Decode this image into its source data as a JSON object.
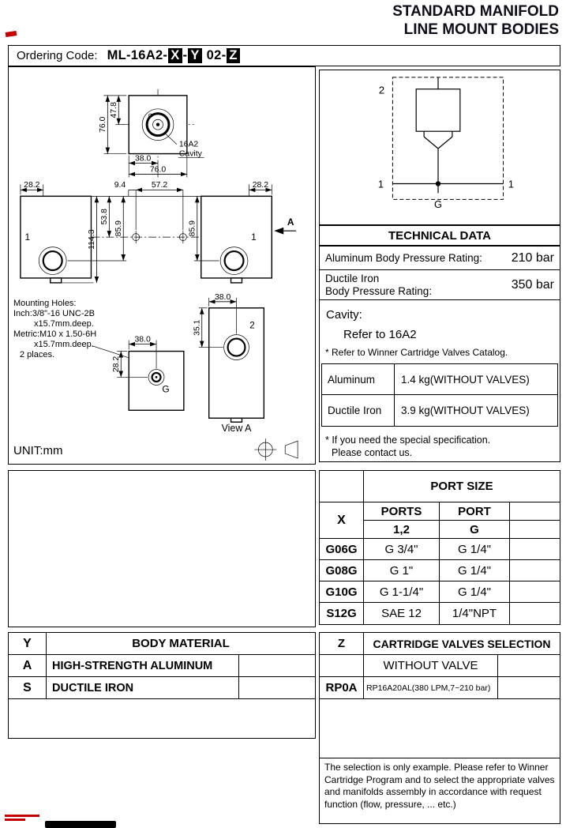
{
  "header": {
    "title_line1": "STANDARD MANIFOLD",
    "title_line2": "LINE MOUNT BODIES"
  },
  "ordering": {
    "label": "Ordering Code:",
    "prefix": "ML-16A2-",
    "x": "X",
    "dash1": "-",
    "y": "Y",
    "mid": "02-",
    "z": "Z"
  },
  "drawing": {
    "unit": "UNIT:mm",
    "view_a": "View A",
    "cavity_line1": "16A2",
    "cavity_line2": "Cavity",
    "mounting": {
      "line1": "Mounting Holes:",
      "line2": "Inch:3/8\"-16 UNC-2B",
      "line3": "x15.7mm.deep.",
      "line4": "Metric:M10 x 1.50-6H",
      "line5": "x15.7mm.deep.",
      "line6": "2 places."
    },
    "dims": {
      "top_h": "76.0",
      "top_h2": "47.8",
      "top_w_half": "38.0",
      "top_w": "76.0",
      "front_left_w": "28.2",
      "front_gap": "9.4",
      "front_mid": "57.2",
      "front_right_w": "28.2",
      "front_h_total": "114.3",
      "front_h_inner": "53.8",
      "front_h_left": "85.9",
      "front_h_right": "85.9",
      "g_w": "38.0",
      "g_h": "28.2",
      "v2_w": "38.0",
      "v2_h": "35.1"
    },
    "labels": {
      "port1_left": "1",
      "port1_right": "1",
      "port2": "2",
      "portg": "G",
      "section": "A"
    }
  },
  "schematic": {
    "port2": "2",
    "port1_left": "1",
    "port1_right": "1",
    "portg": "G"
  },
  "technical": {
    "title": "TECHNICAL DATA",
    "row1_label": "Aluminum Body Pressure Rating:",
    "row1_value": "210 bar",
    "row2_label1": "Ductile Iron",
    "row2_label2": "Body Pressure Rating:",
    "row2_value": "350 bar",
    "cavity_label": "Cavity:",
    "cavity_value": "Refer to 16A2",
    "cavity_note": "* Refer to Winner Cartridge Valves Catalog.",
    "weight_rows": [
      {
        "material": "Aluminum",
        "value": "1.4 kg(WITHOUT VALVES)"
      },
      {
        "material": "Ductile Iron",
        "value": "3.9 kg(WITHOUT VALVES)"
      }
    ],
    "note_line1": "* If you need the special specification.",
    "note_line2": "Please contact us."
  },
  "port_size": {
    "title": "PORT SIZE",
    "col_x": "X",
    "col_ports": "PORTS",
    "col_port": "PORT",
    "sub_ports": "1,2",
    "sub_port": "G",
    "rows": [
      {
        "code": "G06G",
        "ports": "G 3/4\"",
        "port": "G 1/4\""
      },
      {
        "code": "G08G",
        "ports": "G 1\"",
        "port": "G 1/4\""
      },
      {
        "code": "G10G",
        "ports": "G 1-1/4\"",
        "port": "G 1/4\""
      },
      {
        "code": "S12G",
        "ports": "SAE 12",
        "port": "1/4\"NPT"
      }
    ]
  },
  "body_material": {
    "col_y": "Y",
    "title": "BODY MATERIAL",
    "rows": [
      {
        "code": "A",
        "label": "HIGH-STRENGTH ALUMINUM"
      },
      {
        "code": "S",
        "label": "DUCTILE IRON"
      }
    ]
  },
  "cartridge": {
    "col_z": "Z",
    "title": "CARTRIDGE VALVES SELECTION",
    "rows": [
      {
        "code": "",
        "label": "WITHOUT VALVE"
      },
      {
        "code": "RP0A",
        "label": "RP16A20AL(380 LPM,7~210 bar)"
      }
    ],
    "note": "The selection is only example. Please refer to Winner Cartridge Program and to select the appropriate valves and manifolds assembly in accordance with request function (flow, pressure, ... etc.)"
  }
}
